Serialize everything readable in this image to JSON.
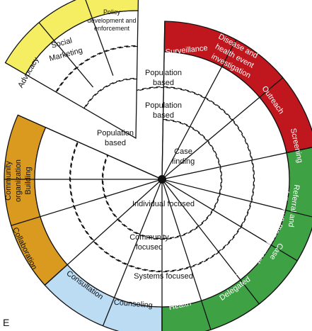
{
  "figure_letter": "E",
  "colors": {
    "yellow": "#f6ee62",
    "red": "#c0161d",
    "green": "#3ea144",
    "blue": "#bcdcf4",
    "orange": "#d99a1f",
    "ink": "#111111"
  },
  "levels": {
    "population_outer": "Population based",
    "population_inner": "Population based",
    "population_segment": "Population based",
    "case_finding": "Case finding",
    "individual": "Individual focused",
    "community": "Community focused",
    "systems": "Systems focused"
  },
  "segments": {
    "advocacy": "Advocacy",
    "social_marketing": "Social Marketing",
    "policy": "Policy development and enforcement",
    "surveillance": "Surveillance",
    "disease": "Disease and health event investigation",
    "outreach": "Outreach",
    "screening": "Screening",
    "referral": "Referral and follow-up",
    "case_management": "Case management",
    "delegated": "Delegated functions",
    "health_teaching": "Health teaching",
    "counseling": "Counseling",
    "consultation": "Consultation",
    "collaboration": "Collaboration",
    "community_org": "Community organization Building"
  }
}
